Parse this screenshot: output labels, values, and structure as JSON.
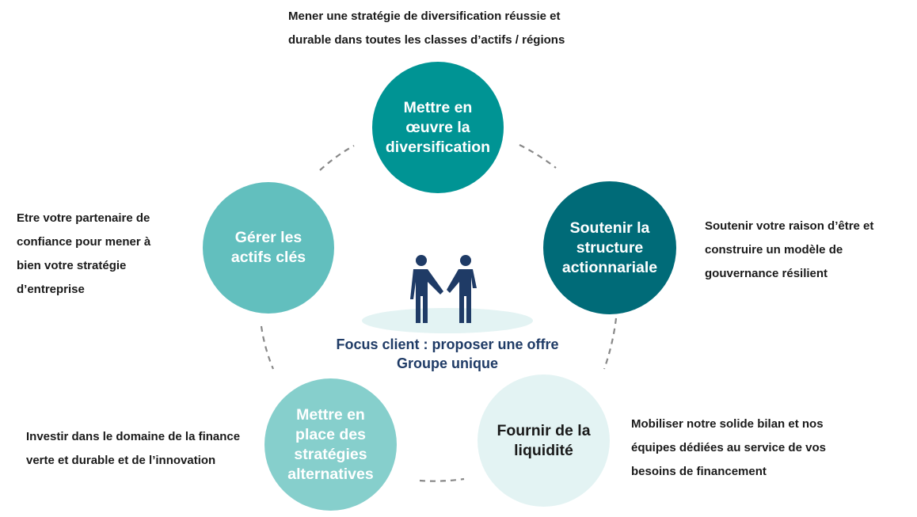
{
  "center": {
    "label": "Focus client : proposer une offre Groupe unique"
  },
  "circles": [
    {
      "label": "Mettre en œuvre la diversification",
      "color": "#009494",
      "text_color": "#ffffff"
    },
    {
      "label": "Soutenir la structure actionnariale",
      "color": "#006b78",
      "text_color": "#ffffff"
    },
    {
      "label": "Fournir de la liquidité",
      "color": "#e3f3f3",
      "text_color": "#1a1a1a"
    },
    {
      "label": "Mettre en place des stratégies alternatives",
      "color": "#86cfcc",
      "text_color": "#ffffff"
    },
    {
      "label": "Gérer les actifs clés",
      "color": "#62bfbe",
      "text_color": "#ffffff"
    }
  ],
  "descriptions": [
    "Mener une stratégie de diversification réussie et durable dans toutes les classes d’actifs / régions",
    "Soutenir votre raison d’être et construire un modèle de gouvernance résilient",
    "Mobiliser notre solide bilan et nos équipes dédiées au service de vos besoins de financement",
    "Investir dans le domaine de la finance verte et durable et de l’innovation",
    "Etre votre partenaire de confiance pour mener à bien votre stratégie d’entreprise"
  ]
}
